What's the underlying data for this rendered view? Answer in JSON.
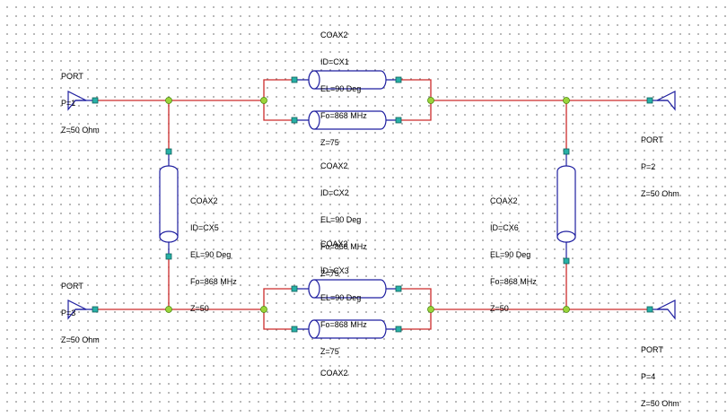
{
  "colors": {
    "wire": "#cc2b2b",
    "component": "#1f1fa0",
    "node_fill": "#9bd53a",
    "node_stroke": "#4b8a10",
    "pin_fill": "#27b0a6",
    "pin_stroke": "#10605a",
    "text": "#000000"
  },
  "ports": [
    {
      "id": "port1",
      "lines": [
        "PORT",
        "P=1",
        "Z=50 Ohm"
      ]
    },
    {
      "id": "port2",
      "lines": [
        "PORT",
        "P=2",
        "Z=50 Ohm"
      ]
    },
    {
      "id": "port3",
      "lines": [
        "PORT",
        "P=3",
        "Z=50 Ohm"
      ]
    },
    {
      "id": "port4",
      "lines": [
        "PORT",
        "P=4",
        "Z=50 Ohm"
      ]
    }
  ],
  "coax_lines": [
    {
      "id": "cx1",
      "lines": [
        "COAX2",
        "ID=CX1",
        "EL=90 Deg",
        "Fo=868 MHz",
        "Z=75"
      ]
    },
    {
      "id": "cx2",
      "lines": [
        "COAX2",
        "ID=CX2",
        "EL=90 Deg",
        "Fo=868 MHz",
        "Z=75"
      ]
    },
    {
      "id": "cx3",
      "lines": [
        "COAX2",
        "ID=CX3",
        "EL=90 Deg",
        "Fo=868 MHz",
        "Z=75"
      ]
    },
    {
      "id": "cx4",
      "lines": [
        "COAX2"
      ]
    },
    {
      "id": "cx5",
      "lines": [
        "COAX2",
        "ID=CX5",
        "EL=90 Deg",
        "Fo=868 MHz",
        "Z=50"
      ]
    },
    {
      "id": "cx6",
      "lines": [
        "COAX2",
        "ID=CX6",
        "EL=90 Deg",
        "Fo=868 MHz",
        "Z=50"
      ]
    }
  ]
}
